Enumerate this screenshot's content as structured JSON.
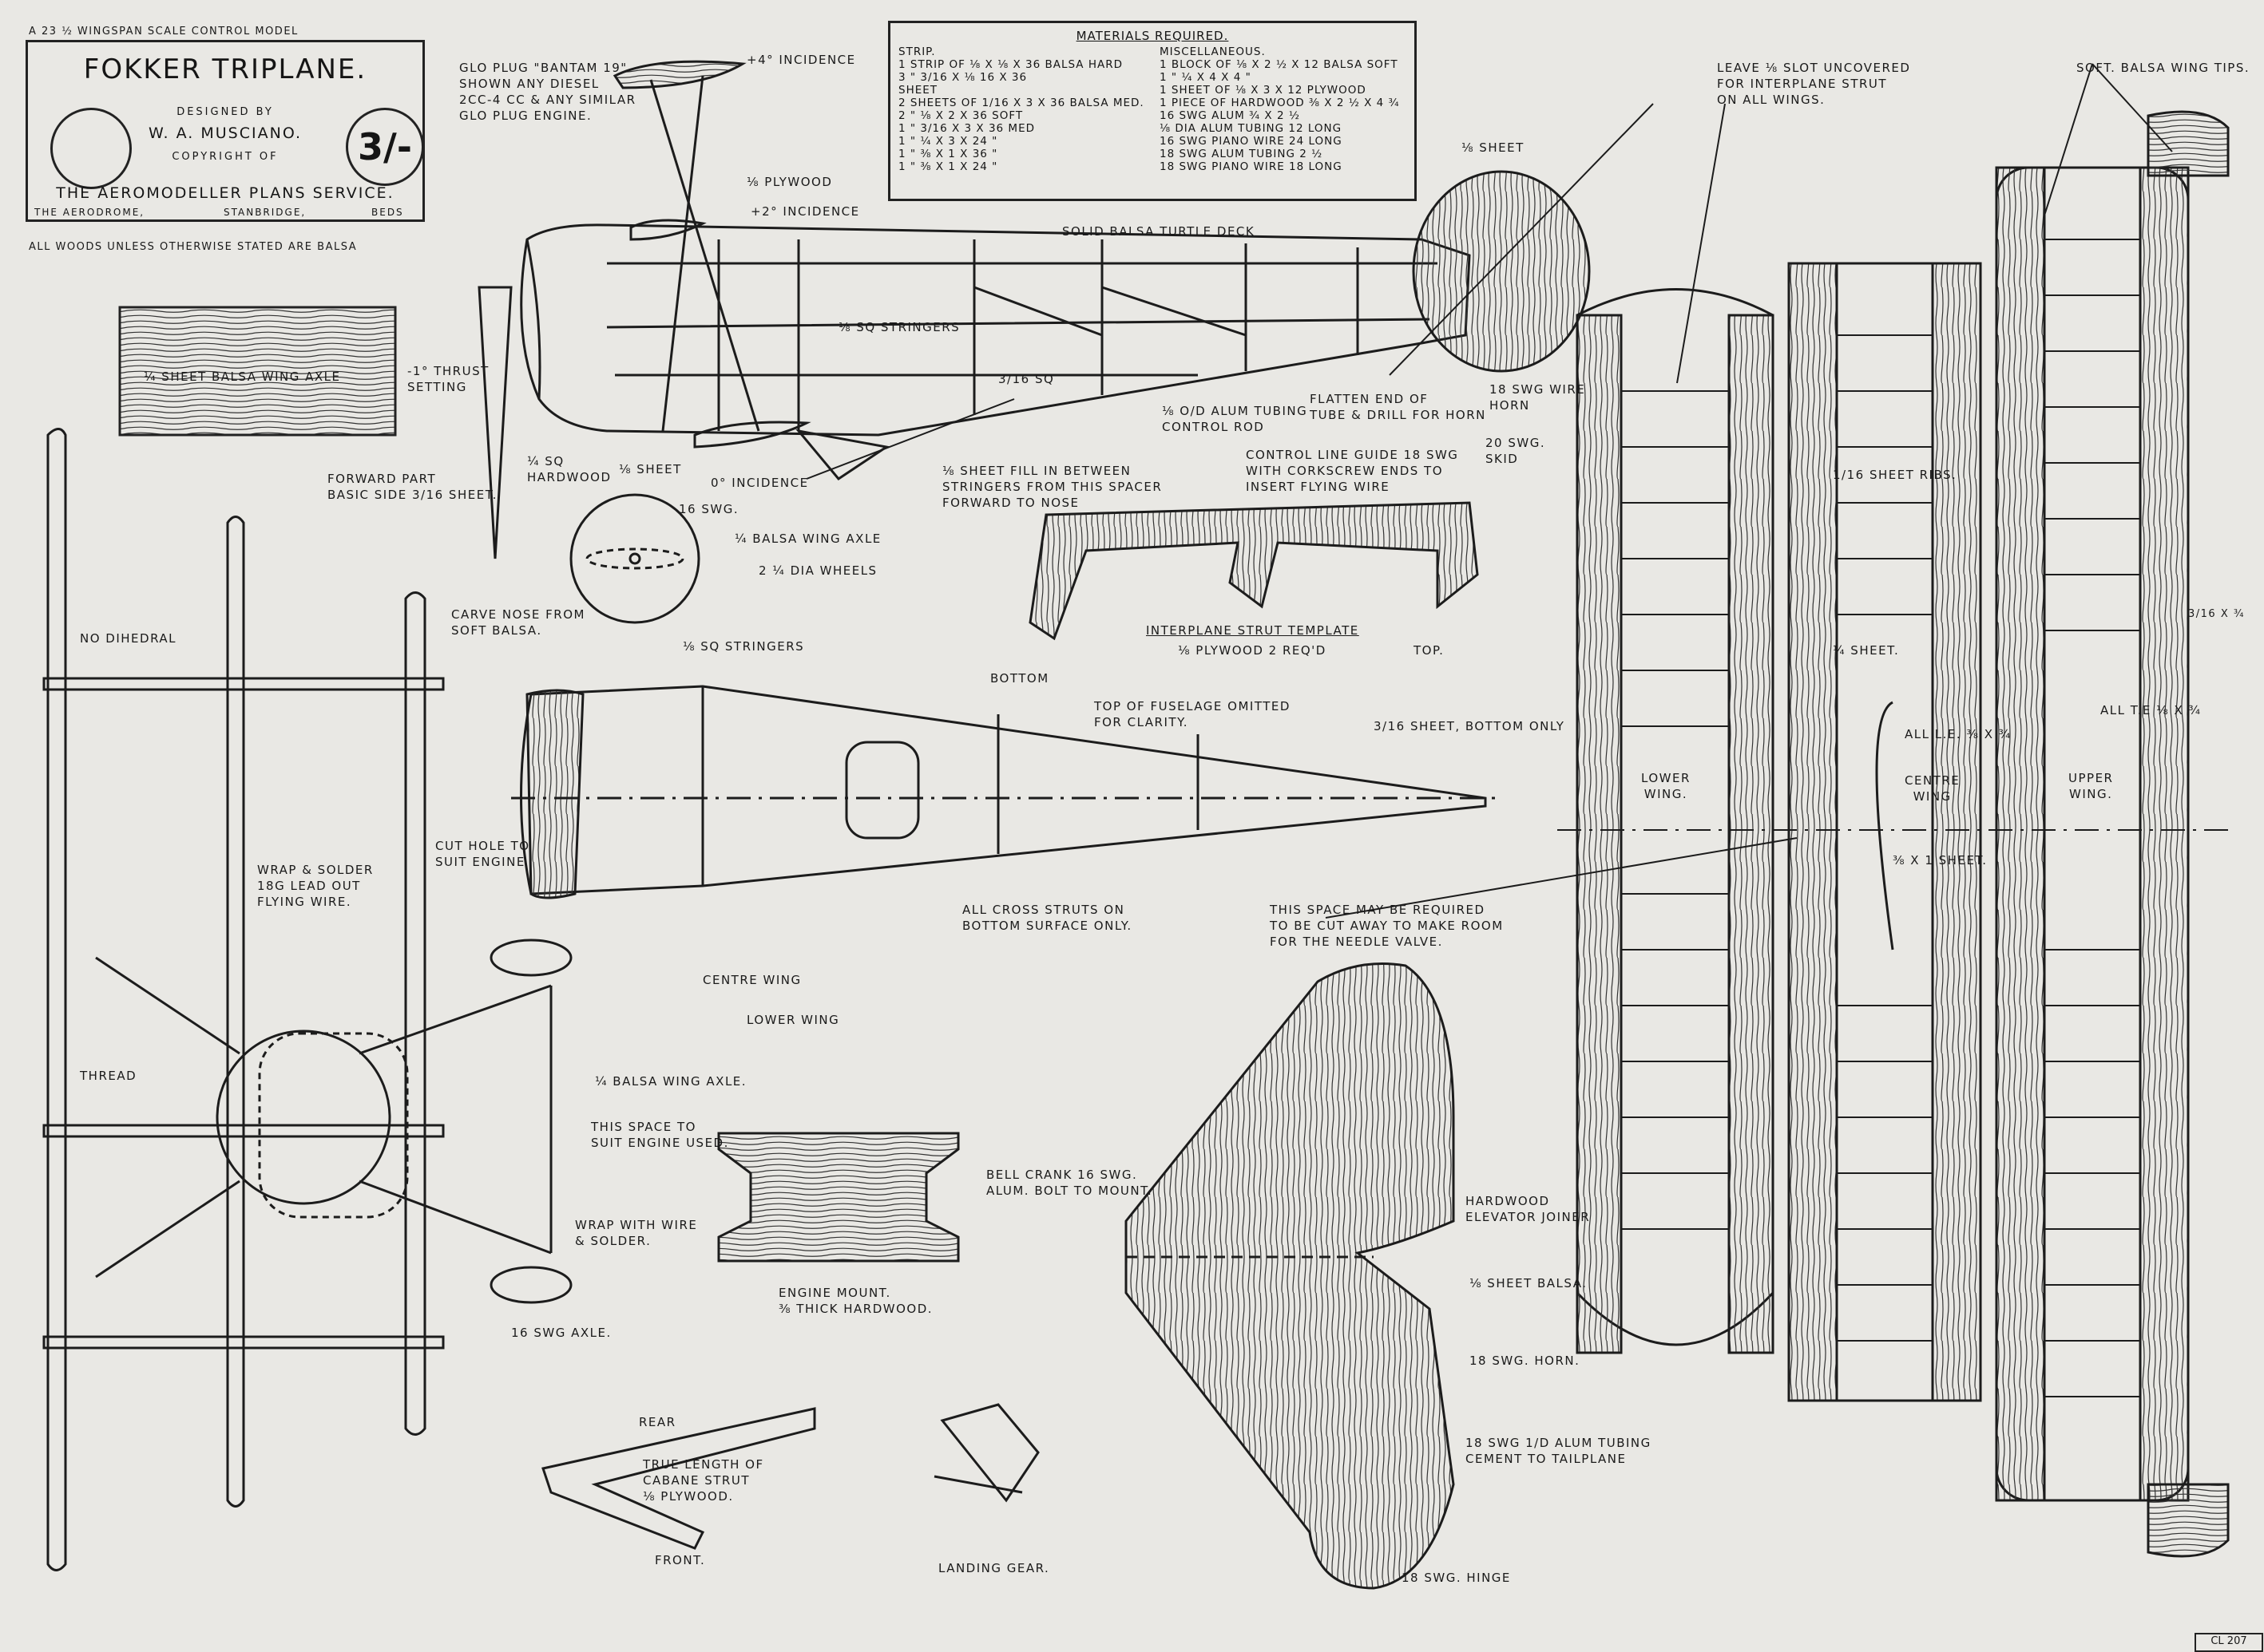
{
  "title_block": {
    "header": "A 23 ½ WINGSPAN SCALE CONTROL MODEL",
    "title": "FOKKER TRIPLANE.",
    "designed_by": "DESIGNED BY",
    "designer": "W. A. MUSCIANO.",
    "copyright": "COPYRIGHT OF",
    "service": "THE AEROMODELLER PLANS SERVICE.",
    "addr1": "THE AERODROME,",
    "addr2": "STANBRIDGE,",
    "addr3": "BEDS",
    "price": "3/-"
  },
  "note_woods": "ALL WOODS UNLESS OTHERWISE STATED ARE BALSA",
  "materials": {
    "heading": "MATERIALS REQUIRED.",
    "left": [
      "STRIP.",
      "1 STRIP OF ⅛ X ⅛ X 36 BALSA HARD",
      "3   \"   3/16 X ⅛ 16 X 36",
      "SHEET",
      "2 SHEETS OF 1/16 X 3 X 36 BALSA MED.",
      "2   \"   ⅛ X 2 X 36   SOFT",
      "1   \"   3/16 X 3 X 36   MED",
      "1   \"   ¼ X 3 X 24   \"",
      "1   \"   ⅜ X 1 X 36   \"",
      "1   \"   ⅜ X 1 X 24   \""
    ],
    "right": [
      "MISCELLANEOUS.",
      "1 BLOCK OF ⅛ X 2 ½ X 12 BALSA SOFT",
      "1   \"   ¼ X 4 X 4   \"",
      "1 SHEET OF ⅛ X 3 X 12 PLYWOOD",
      "1 PIECE OF HARDWOOD ⅜ X 2 ½ X 4 ¾",
      "16 SWG ALUM ¾ X 2 ½",
      "⅛ DIA ALUM TUBING 12 LONG",
      "16 SWG PIANO WIRE 24 LONG",
      "18 SWG ALUM TUBING 2 ½",
      "18 SWG PIANO WIRE 18 LONG"
    ]
  },
  "labels": {
    "glo_plug": [
      "GLO PLUG \"BANTAM 19\"",
      "SHOWN ANY DIESEL",
      "2CC-4 CC & ANY SIMILAR",
      "GLO PLUG ENGINE."
    ],
    "incidence_4": "+4° INCIDENCE",
    "plywood_18": "⅛ PLYWOOD",
    "incidence_2": "+2° INCIDENCE",
    "turtle_deck": "SOLID BALSA TURTLE DECK",
    "sq_stringers": "⅛ SQ STRINGERS",
    "wing_axle_sheet": "¼ SHEET BALSA WING AXLE",
    "thrust": [
      "-1° THRUST",
      "SETTING"
    ],
    "sq_316": "3/16 SQ",
    "alum_tubing_ctrl": [
      "⅛ O/D ALUM TUBING",
      "CONTROL ROD"
    ],
    "flatten": [
      "FLATTEN END OF",
      "TUBE & DRILL FOR HORN"
    ],
    "wire_horn": [
      "18 SWG WIRE",
      "HORN"
    ],
    "skid": [
      "20 SWG.",
      "SKID"
    ],
    "sheet_18_tail": "⅛ SHEET",
    "forward_part": [
      "FORWARD PART",
      "BASIC SIDE 3/16 SHEET."
    ],
    "sq_hardwood": [
      "¼ SQ",
      "HARDWOOD"
    ],
    "sheet_18": "⅛ SHEET",
    "incidence_0": "0° INCIDENCE",
    "sheet_fill": [
      "⅛ SHEET FILL IN BETWEEN",
      "STRINGERS FROM THIS SPACER",
      "FORWARD TO NOSE"
    ],
    "control_guide": [
      "CONTROL LINE GUIDE 18 SWG",
      "WITH CORKSCREW ENDS TO",
      "INSERT FLYING WIRE"
    ],
    "swg_16": "16 SWG.",
    "balsa_wing_axle": "¼ BALSA WING AXLE",
    "dia_wheels": "2 ¼ DIA WHEELS",
    "no_dihedral": "NO DIHEDRAL",
    "carve_nose": [
      "CARVE NOSE FROM",
      "SOFT BALSA."
    ],
    "sq_stringers_2": "⅛ SQ STRINGERS",
    "bottom": "BOTTOM",
    "strut_template": "INTERPLANE STRUT TEMPLATE",
    "strut_ply": "⅛ PLYWOOD 2 REQ'D",
    "top": "TOP.",
    "top_fuselage": [
      "TOP OF FUSELAGE OMITTED",
      "FOR CLARITY."
    ],
    "sheet_bottom": "3/16 SHEET, BOTTOM ONLY",
    "cut_hole": [
      "CUT HOLE TO",
      "SUIT ENGINE"
    ],
    "wrap_solder": [
      "WRAP & SOLDER",
      "18G LEAD OUT",
      "FLYING WIRE."
    ],
    "cross_struts": [
      "ALL CROSS STRUTS ON",
      "BOTTOM SURFACE ONLY."
    ],
    "cut_away": [
      "THIS SPACE MAY BE REQUIRED",
      "TO BE CUT AWAY TO MAKE ROOM",
      "FOR THE NEEDLE VALVE."
    ],
    "centre_wing_dim": "CENTRE WING",
    "lower_wing_dim": "LOWER WING",
    "thread": "THREAD",
    "balsa_wing_axle_2": "¼ BALSA WING AXLE.",
    "space_engine": [
      "THIS SPACE TO",
      "SUIT ENGINE USED."
    ],
    "bell_crank": [
      "BELL CRANK 16 SWG.",
      "ALUM. BOLT TO MOUNT."
    ],
    "wrap_wire": [
      "WRAP WITH WIRE",
      "& SOLDER."
    ],
    "axle_16": "16 SWG AXLE.",
    "engine_mount": [
      "ENGINE MOUNT.",
      "⅜ THICK HARDWOOD."
    ],
    "hardwood_joiner": [
      "HARDWOOD",
      "ELEVATOR JOINER"
    ],
    "sheet_balsa_18": "⅛ SHEET BALSA.",
    "swg_horn": "18 SWG. HORN.",
    "alum_tubing_tail": [
      "18 SWG 1/D ALUM TUBING",
      "CEMENT TO TAILPLANE"
    ],
    "swg_hinge": "18 SWG. HINGE",
    "rear": "REAR",
    "cabane": [
      "TRUE LENGTH OF",
      "CABANE STRUT",
      "⅛ PLYWOOD."
    ],
    "front": "FRONT.",
    "landing_gear": "LANDING GEAR.",
    "leave_slot": [
      "LEAVE ⅛ SLOT UNCOVERED",
      "FOR INTERPLANE STRUT",
      "ON ALL WINGS."
    ],
    "wing_tips": "SOFT. BALSA WING TIPS.",
    "sheet_ribs": "1/16 SHEET RIBS.",
    "sheet_14": "¼ SHEET.",
    "lower_wing": [
      "LOWER",
      "WING."
    ],
    "centre_wing": [
      "CENTRE",
      "WING"
    ],
    "upper_wing": [
      "UPPER",
      "WING."
    ],
    "all_le": "ALL L.E. ⅜ X ¾",
    "all_te": "ALL T.E ⅛ X ¾",
    "sheet_38": "⅜ X 1 SHEET.",
    "size_316": "3/16 X ¾",
    "plan_id": "CL 207"
  }
}
